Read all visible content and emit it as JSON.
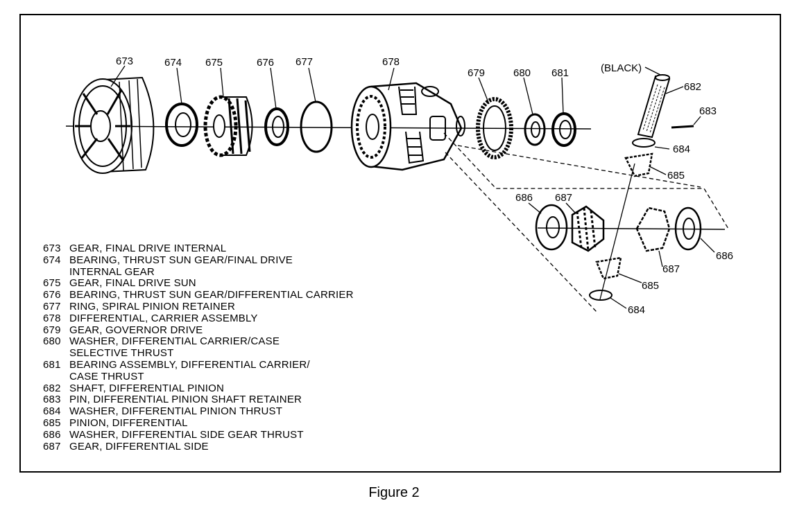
{
  "callouts": {
    "c673": "673",
    "c674": "674",
    "c675": "675",
    "c676": "676",
    "c677": "677",
    "c678": "678",
    "c679": "679",
    "c680": "680",
    "c681": "681",
    "black": "(BLACK)",
    "c682": "682",
    "c683": "683",
    "c684a": "684",
    "c685a": "685",
    "c686a": "686",
    "c687a": "687",
    "c686b": "686",
    "c687b": "687",
    "c685b": "685",
    "c684b": "684"
  },
  "legend": [
    {
      "num": "673",
      "text": "GEAR, FINAL DRIVE INTERNAL"
    },
    {
      "num": "674",
      "text": "BEARING, THRUST SUN GEAR/FINAL DRIVE\nINTERNAL GEAR"
    },
    {
      "num": "675",
      "text": "GEAR, FINAL DRIVE SUN"
    },
    {
      "num": "676",
      "text": "BEARING, THRUST SUN GEAR/DIFFERENTIAL CARRIER"
    },
    {
      "num": "677",
      "text": "RING, SPIRAL PINION RETAINER"
    },
    {
      "num": "678",
      "text": "DIFFERENTIAL, CARRIER ASSEMBLY"
    },
    {
      "num": "679",
      "text": "GEAR, GOVERNOR DRIVE"
    },
    {
      "num": "680",
      "text": "WASHER, DIFFERENTIAL CARRIER/CASE\nSELECTIVE THRUST"
    },
    {
      "num": "681",
      "text": "BEARING ASSEMBLY, DIFFERENTIAL CARRIER/\nCASE THRUST"
    },
    {
      "num": "682",
      "text": "SHAFT, DIFFERENTIAL PINION"
    },
    {
      "num": "683",
      "text": "PIN, DIFFERENTIAL PINION SHAFT RETAINER"
    },
    {
      "num": "684",
      "text": "WASHER, DIFFERENTIAL PINION THRUST"
    },
    {
      "num": "685",
      "text": "PINION, DIFFERENTIAL"
    },
    {
      "num": "686",
      "text": "WASHER, DIFFERENTIAL SIDE GEAR THRUST"
    },
    {
      "num": "687",
      "text": "GEAR, DIFFERENTIAL SIDE"
    }
  ],
  "caption": "Figure 2"
}
